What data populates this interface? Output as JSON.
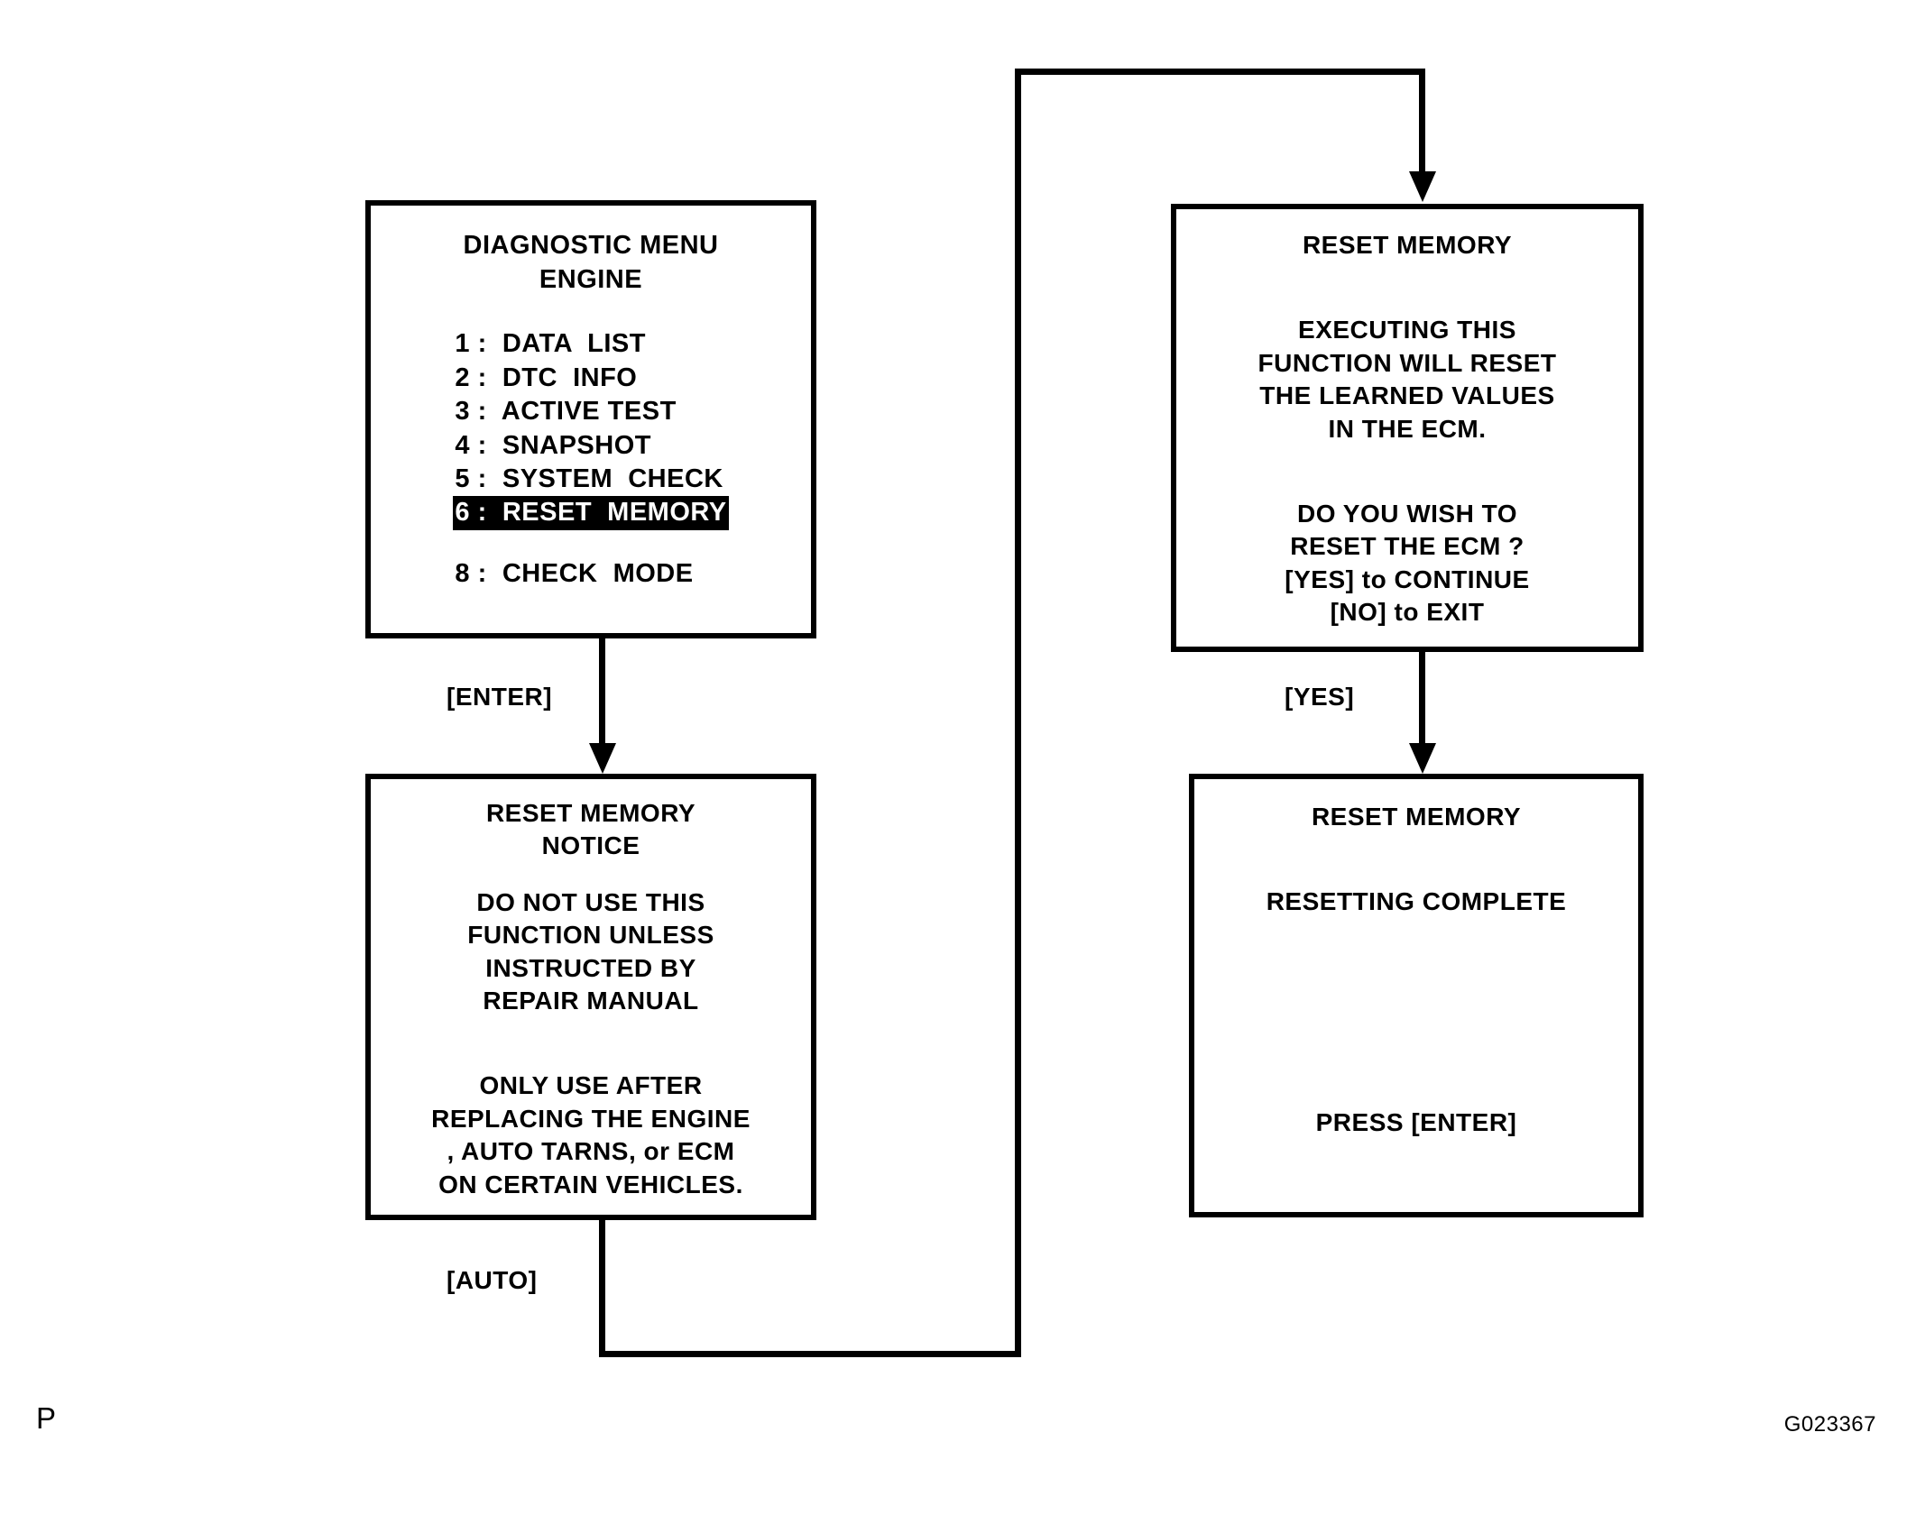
{
  "figure": {
    "page_marker": "P",
    "code": "G023367"
  },
  "screens": {
    "diagnostic_menu": {
      "title_line1": "DIAGNOSTIC MENU",
      "title_line2": "ENGINE",
      "items": [
        {
          "label": "1 :  DATA  LIST",
          "selected": false
        },
        {
          "label": "2 :  DTC  INFO",
          "selected": false
        },
        {
          "label": "3 :  ACTIVE TEST",
          "selected": false
        },
        {
          "label": "4 :  SNAPSHOT",
          "selected": false
        },
        {
          "label": "5 :  SYSTEM  CHECK",
          "selected": false
        },
        {
          "label": "6 :  RESET  MEMORY",
          "selected": true
        }
      ],
      "item_after_gap": {
        "label": "8 :  CHECK  MODE",
        "selected": false
      }
    },
    "reset_notice": {
      "title_line1": "RESET MEMORY",
      "title_line2": "NOTICE",
      "body1": [
        "DO NOT USE THIS",
        "FUNCTION UNLESS",
        "INSTRUCTED BY",
        "REPAIR MANUAL"
      ],
      "body2": [
        "ONLY USE AFTER",
        "REPLACING THE ENGINE",
        ", AUTO TARNS, or ECM",
        "ON CERTAIN VEHICLES."
      ]
    },
    "reset_confirm": {
      "title": "RESET MEMORY",
      "body1": [
        "EXECUTING THIS",
        "FUNCTION WILL RESET",
        "THE LEARNED VALUES",
        "IN THE ECM."
      ],
      "body2": [
        "DO YOU WISH TO",
        "RESET THE ECM ?",
        "[YES] to CONTINUE",
        "[NO] to EXIT"
      ]
    },
    "reset_complete": {
      "title": "RESET MEMORY",
      "status": "RESETTING COMPLETE",
      "footer": "PRESS [ENTER]"
    }
  },
  "connectors": {
    "enter_label": "[ENTER]",
    "auto_label": "[AUTO]",
    "yes_label": "[YES]"
  },
  "colors": {
    "ink": "#000000",
    "paper": "#ffffff"
  }
}
